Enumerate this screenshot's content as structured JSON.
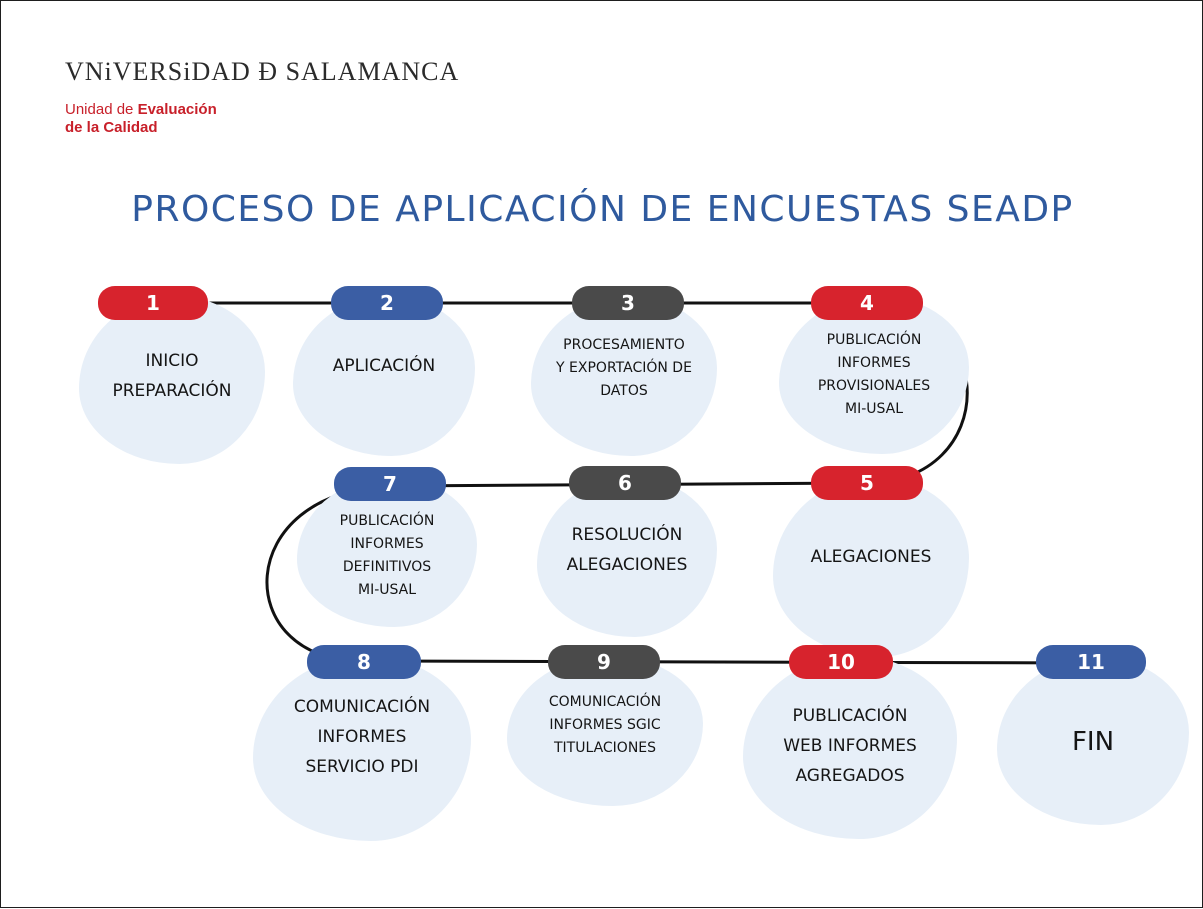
{
  "header": {
    "university": "VNiVERSiDAD Ð SALAMANCA",
    "unit_prefix": "Unidad de",
    "unit_bold": "Evaluación",
    "unit_line2": "de la Calidad"
  },
  "title": "PROCESO DE APLICACIÓN DE ENCUESTAS SEADP",
  "colors": {
    "red": "#d7232d",
    "blue": "#3b5ea4",
    "gray": "#4a4a4a",
    "title": "#2f5a9e",
    "blob": "#e7eff8"
  },
  "steps": [
    {
      "number": "1",
      "color": "red",
      "label": "INICIO\nPREPARACIÓN"
    },
    {
      "number": "2",
      "color": "blue",
      "label": "APLICACIÓN"
    },
    {
      "number": "3",
      "color": "gray",
      "label": "PROCESAMIENTO\nY EXPORTACIÓN DE\nDATOS"
    },
    {
      "number": "4",
      "color": "red",
      "label": "PUBLICACIÓN\nINFORMES\nPROVISIONALES\nMI-USAL"
    },
    {
      "number": "5",
      "color": "red",
      "label": "ALEGACIONES"
    },
    {
      "number": "6",
      "color": "gray",
      "label": "RESOLUCIÓN\nALEGACIONES"
    },
    {
      "number": "7",
      "color": "blue",
      "label": "PUBLICACIÓN\nINFORMES\nDEFINITIVOS\nMI-USAL"
    },
    {
      "number": "8",
      "color": "blue",
      "label": "COMUNICACIÓN\nINFORMES\nSERVICIO PDI"
    },
    {
      "number": "9",
      "color": "gray",
      "label": "COMUNICACIÓN\nINFORMES SGIC\nTITULACIONES"
    },
    {
      "number": "10",
      "color": "red",
      "label": "PUBLICACIÓN\nWEB INFORMES\nAGREGADOS"
    },
    {
      "number": "11",
      "color": "blue",
      "label": "FIN"
    }
  ]
}
